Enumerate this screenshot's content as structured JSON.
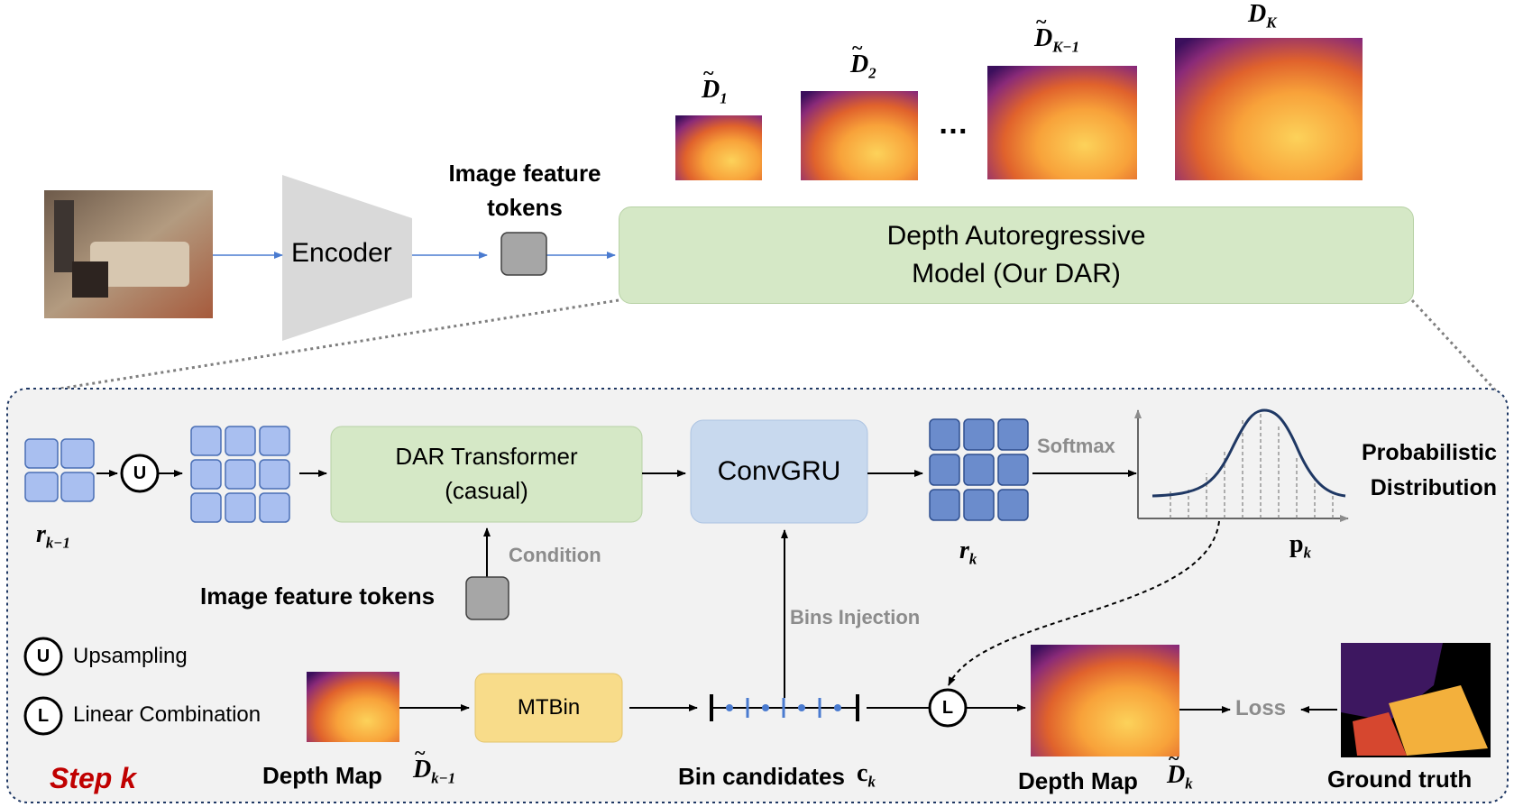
{
  "top": {
    "encoder": "Encoder",
    "tokens_label_line1": "Image feature",
    "tokens_label_line2": "tokens",
    "dar_line1": "Depth Autoregressive",
    "dar_line2": "Model (Our DAR)",
    "ellipsis": "…",
    "depth_labels": [
      {
        "base": "D",
        "sub": "1"
      },
      {
        "base": "D",
        "sub": "2"
      },
      {
        "base": "D",
        "sub": "K−1"
      },
      {
        "base": "D",
        "sub": "K"
      }
    ]
  },
  "step": {
    "r_prev": {
      "base": "r",
      "sub": "k−1"
    },
    "upsample_symbol": "U",
    "transformer_line1": "DAR Transformer",
    "transformer_line2": "(casual)",
    "convgru": "ConvGRU",
    "softmax": "Softmax",
    "r_k": {
      "base": "r",
      "sub": "k"
    },
    "prob_line1": "Probabilistic",
    "prob_line2": "Distribution",
    "p_k": {
      "base": "p",
      "sub": "k"
    },
    "condition": "Condition",
    "image_tokens": "Image feature tokens",
    "bins_injection": "Bins Injection",
    "mtbin": "MTBin",
    "linear_symbol": "L",
    "loss": "Loss",
    "depth_map_prev": "Depth Map",
    "depth_prev_sym": {
      "base": "D",
      "sub": "k−1"
    },
    "bin_candidates": "Bin candidates",
    "bin_sym": {
      "base": "c",
      "sub": "k"
    },
    "depth_map_k": "Depth Map",
    "depth_k_sym": {
      "base": "D",
      "sub": "k"
    },
    "ground_truth": "Ground truth",
    "legend_u": "Upsampling",
    "legend_l": "Linear Combination",
    "step_title": "Step k"
  },
  "colors": {
    "green_box": "#d5e8c6",
    "blue_box": "#c8d9ee",
    "mtbin_box": "#f8dc8a",
    "grid_light": "#a9bff0",
    "grid_dark": "#6b8ccc",
    "panel_bg": "#f2f2f2",
    "step_red": "#c00000",
    "arrow_blue": "#4a7bd0"
  }
}
